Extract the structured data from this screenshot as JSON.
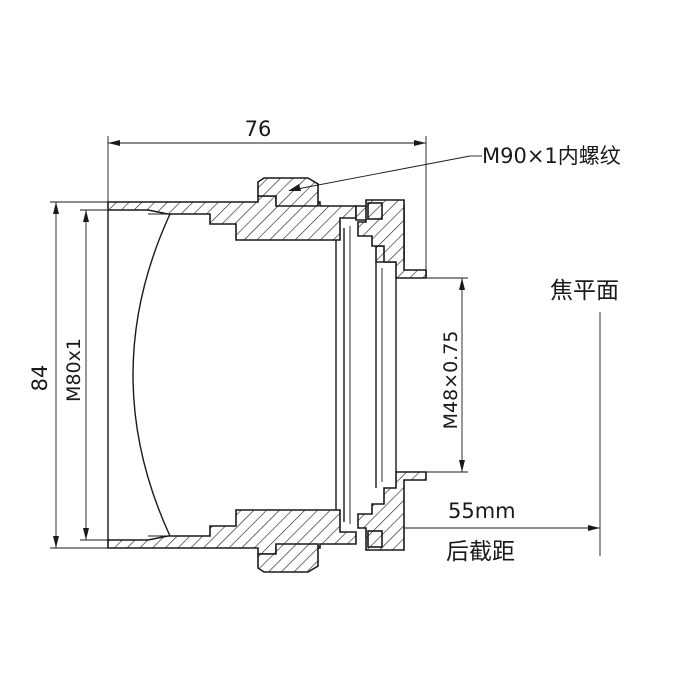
{
  "diagram": {
    "dimensions": {
      "overall_length": "76",
      "outer_diameter": "84",
      "front_thread": "M80x1",
      "rear_thread": "M48×0.75",
      "back_focal_distance": "55mm"
    },
    "callouts": {
      "mount_thread": "M90×1内螺纹",
      "focal_plane": "焦平面",
      "back_focus_label": "后截距"
    }
  }
}
